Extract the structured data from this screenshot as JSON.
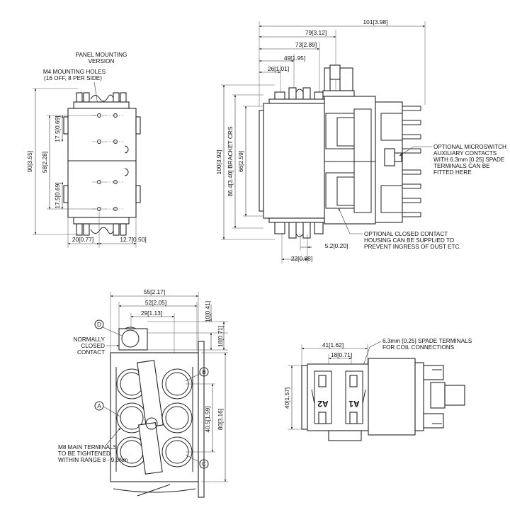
{
  "colors": {
    "line": "#222222",
    "background": "#ffffff"
  },
  "view_panel": {
    "note_title": [
      "PANEL MOUNTING",
      "VERSION"
    ],
    "note_holes": [
      "M4 MOUNTING HOLES",
      "(16 OFF, 8 PER SIDE)"
    ],
    "dim_height": {
      "mm": "90",
      "in": "3.55"
    },
    "dim_58": {
      "mm": "58",
      "in": "2.28"
    },
    "dim_17_5_top": {
      "mm": "17.5",
      "in": "0.69"
    },
    "dim_17_5_bottom": {
      "mm": "17.5",
      "in": "0.69"
    },
    "dim_20": {
      "mm": "20",
      "in": "0.77"
    },
    "dim_12_7": {
      "mm": "12.7",
      "in": "0.50"
    }
  },
  "view_side": {
    "dim_101": {
      "mm": "101",
      "in": "3.98"
    },
    "dim_79": {
      "mm": "79",
      "in": "3.12"
    },
    "dim_73": {
      "mm": "73",
      "in": "2.89"
    },
    "dim_49": {
      "mm": "49",
      "in": "1.95"
    },
    "dim_26": {
      "mm": "26",
      "in": "1.01"
    },
    "dim_100": {
      "mm": "100",
      "in": "3.92"
    },
    "dim_86_4": {
      "mm": "86.4",
      "in": "3.40",
      "suffix": "BRACKET CRS"
    },
    "dim_66": {
      "mm": "66",
      "in": "2.59"
    },
    "dim_5_2": {
      "mm": "5.2",
      "in": "0.20"
    },
    "dim_22": {
      "mm": "22",
      "in": "0.88"
    },
    "note_microswitch": [
      "OPTIONAL MICROSWITCH",
      "AUXILIARY CONTACTS",
      "WITH 6.3mm [0.25] SPADE",
      "TERMINALS CAN BE",
      "FITTED HERE"
    ],
    "note_housing": [
      "OPTIONAL CLOSED CONTACT",
      "HOUSING CAN BE SUPPLIED TO",
      "PREVENT INGRESS OF DUST ETC."
    ]
  },
  "view_top": {
    "dim_55": {
      "mm": "55",
      "in": "2.17"
    },
    "dim_52": {
      "mm": "52",
      "in": "2.05"
    },
    "dim_29": {
      "mm": "29",
      "in": "1.13"
    },
    "dim_10": {
      "mm": "10",
      "in": "0.41"
    },
    "dim_18": {
      "mm": "18",
      "in": "0.71"
    },
    "dim_40_5": {
      "mm": "40.5",
      "in": "1.59"
    },
    "dim_80": {
      "mm": "80",
      "in": "3.16"
    },
    "note_nc": [
      "NORMALLY",
      "CLOSED",
      "CONTACT"
    ],
    "note_m8": [
      "M8 MAIN TERMINALS",
      "TO BE TIGHTENED",
      "WITHIN RANGE 8 - 9.5Nm"
    ],
    "labels": {
      "a": "A",
      "b": "B",
      "c": "C",
      "d": "D"
    }
  },
  "view_end": {
    "dim_41": {
      "mm": "41",
      "in": "1.62"
    },
    "dim_18": {
      "mm": "18",
      "in": "0.71"
    },
    "dim_40": {
      "mm": "40",
      "in": "1.57"
    },
    "note_coil": [
      "6.3mm [0.25] SPADE TERMINALS",
      "FOR COIL CONNECTIONS"
    ],
    "coil_labels": {
      "a2": "A2",
      "a1": "A1"
    }
  }
}
